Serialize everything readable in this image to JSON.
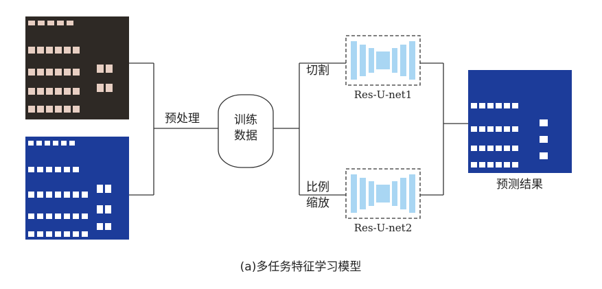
{
  "diagram": {
    "preprocess_label": "预处理",
    "training_data_line1": "训练",
    "training_data_line2": "数据",
    "branch_top_label": "切割",
    "branch_bottom_line1": "比例",
    "branch_bottom_line2": "缩放",
    "net1_label": "Res-U-net1",
    "net2_label": "Res-U-net2",
    "result_label": "预测结果",
    "caption": "(a)多任务特征学习模型"
  },
  "colors": {
    "mask_background": "#1c3c9a",
    "network_blocks": "#a9d6f3",
    "building_fill": "#ffffff",
    "aerial_dark": "#2e2925",
    "aerial_roof": "#e8cfc3"
  }
}
